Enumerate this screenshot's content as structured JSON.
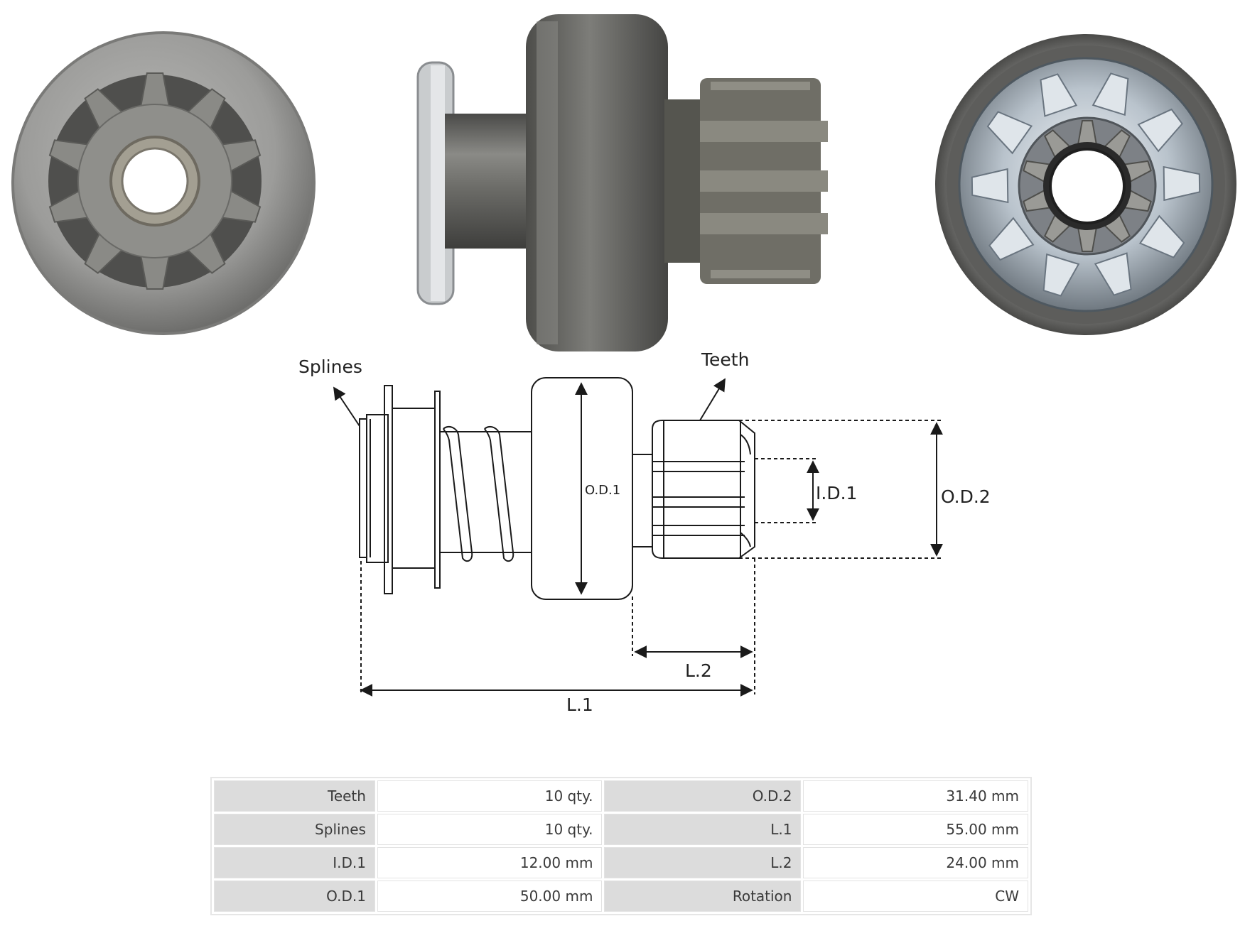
{
  "photos": {
    "front_view_icon": "pinion-gear-front-view",
    "side_view_icon": "starter-drive-side-view",
    "rear_view_icon": "clutch-rear-view"
  },
  "diagram": {
    "labels": {
      "splines": "Splines",
      "teeth": "Teeth",
      "od1": "O.D.1",
      "id1": "I.D.1",
      "od2": "O.D.2",
      "l1": "L.1",
      "l2": "L.2"
    },
    "line_color": "#1a1a1a"
  },
  "specs": [
    {
      "label": "Teeth",
      "value": "10 qty.",
      "label2": "O.D.2",
      "value2": "31.40 mm"
    },
    {
      "label": "Splines",
      "value": "10 qty.",
      "label2": "L.1",
      "value2": "55.00 mm"
    },
    {
      "label": "I.D.1",
      "value": "12.00 mm",
      "label2": "L.2",
      "value2": "24.00 mm"
    },
    {
      "label": "O.D.1",
      "value": "50.00 mm",
      "label2": "Rotation",
      "value2": "CW"
    }
  ]
}
